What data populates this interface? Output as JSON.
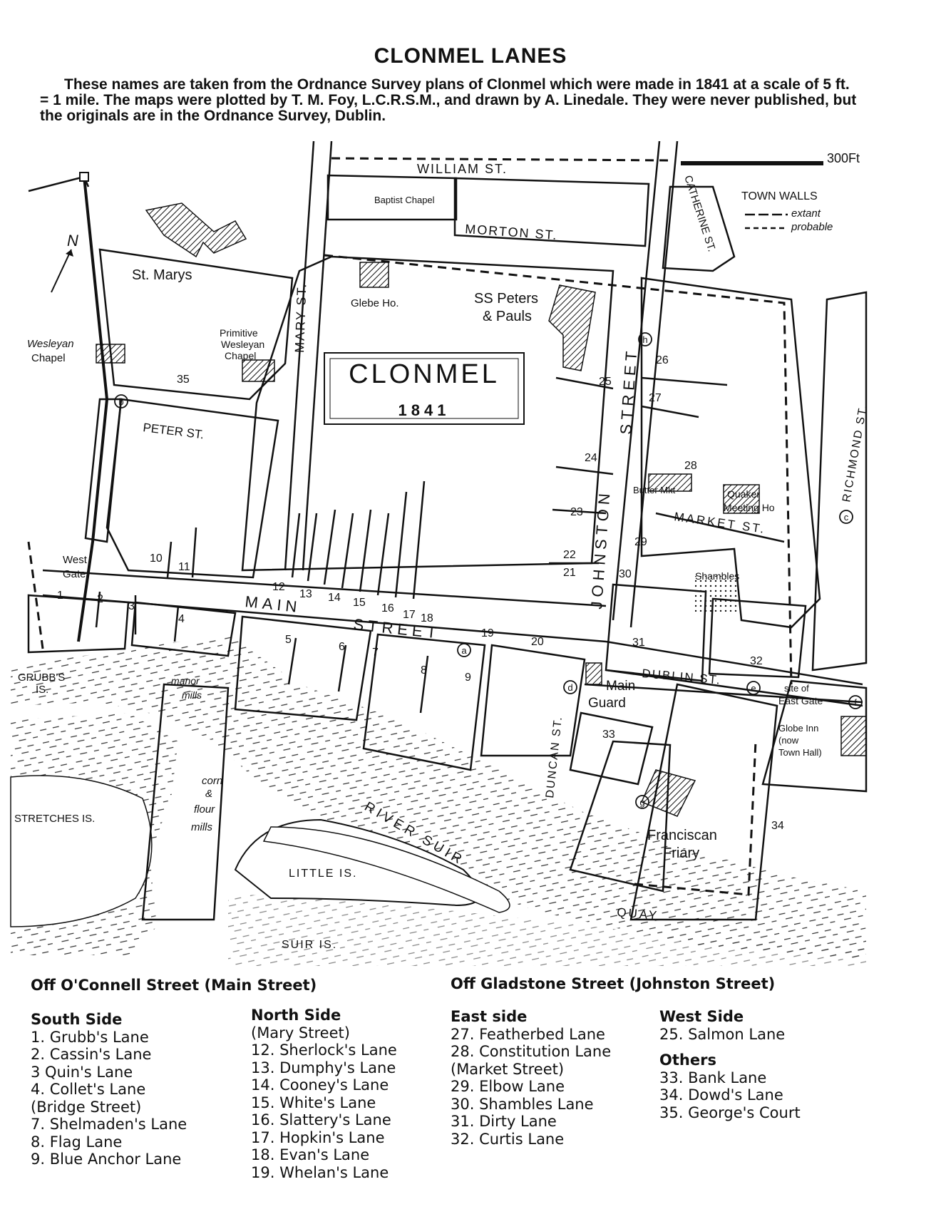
{
  "title": "CLONMEL LANES",
  "intro": "These names are taken from the Ordnance Survey plans of Clonmel which were made in 1841 at a scale of 5 ft. = 1 mile. The maps were plotted by T. M. Foy, L.C.R.S.M., and drawn by A. Linedale. They were never published, but the originals are in the Ordnance Survey, Dublin.",
  "map": {
    "title": "CLONMEL",
    "year": "1841",
    "scale": "300Ft",
    "north": "N",
    "legend": {
      "title": "TOWN WALLS",
      "extant": "extant",
      "probable": "probable"
    },
    "streets": {
      "william": "WILLIAM ST.",
      "morton": "MORTON ST.",
      "catherine": "CATHERINE ST.",
      "mary": "MARY ST.",
      "peter": "PETER ST.",
      "main": "MAIN",
      "street": "STREET",
      "johnston": "JOHNSTON",
      "johnston2": "STREET",
      "market": "MARKET ST.",
      "dublin": "DUBLIN ST.",
      "duncan": "DUNCAN ST.",
      "richmond": "RICHMOND ST.",
      "quay": "QUAY",
      "river": "RIVER SUIR"
    },
    "places": {
      "baptist": "Baptist Chapel",
      "stmarys": "St. Marys",
      "glebe": "Glebe Ho.",
      "sspeters1": "SS Peters",
      "sspeters2": "& Pauls",
      "wesleyan1": "Wesleyan",
      "wesleyan2": "Chapel",
      "primitive1": "Primitive",
      "primitive2": "Wesleyan",
      "primitive3": "Chapel",
      "westgate1": "West",
      "westgate2": "Gate",
      "butter": "Butter Mkt",
      "quaker1": "Quaker",
      "quaker2": "Meeting Ho",
      "shambles": "Shambles",
      "mainguard1": "Main",
      "mainguard2": "Guard",
      "eastgate1": "site of",
      "eastgate2": "East Gate",
      "globe1": "Globe Inn",
      "globe2": "(now",
      "globe3": "Town Hall)",
      "friary1": "Franciscan",
      "friary2": "Friary",
      "manor1": "manor",
      "manor2": "mills",
      "corn1": "corn",
      "corn2": "&",
      "corn3": "flour",
      "corn4": "mills",
      "grubbs1": "GRUBB'S",
      "grubbs2": "IS.",
      "stretches": "STRETCHES IS.",
      "little": "LITTLE IS.",
      "suir": "SUIR IS."
    },
    "letters": [
      "a",
      "b",
      "c",
      "d",
      "e",
      "f",
      "g",
      "h"
    ]
  },
  "lists": {
    "main_heading": "Off O'Connell Street (Main Street)",
    "johnston_heading": "Off Gladstone Street (Johnston Street)",
    "south": {
      "heading": "South Side",
      "items": [
        "1. Grubb's Lane",
        "2. Cassin's Lane",
        "3 Quin's Lane",
        "4. Collet's Lane",
        "(Bridge Street)",
        "7. Shelmaden's Lane",
        "8. Flag Lane",
        "9. Blue Anchor Lane"
      ]
    },
    "north": {
      "heading": "North Side",
      "subheading": "(Mary Street)",
      "items": [
        "12. Sherlock's Lane",
        "13. Dumphy's Lane",
        "14. Cooney's Lane",
        "15. White's Lane",
        "16. Slattery's Lane",
        "17. Hopkin's Lane",
        "18. Evan's Lane",
        "19. Whelan's Lane"
      ]
    },
    "east": {
      "heading": "East side",
      "items": [
        "27. Featherbed Lane",
        "28. Constitution Lane",
        "(Market Street)",
        "29. Elbow Lane",
        "30. Shambles Lane",
        "31. Dirty Lane",
        "32. Curtis Lane"
      ]
    },
    "west": {
      "heading": "West Side",
      "items": [
        "25. Salmon Lane"
      ]
    },
    "others": {
      "heading": "Others",
      "items": [
        "33. Bank Lane",
        "34. Dowd's Lane",
        "35. George's Court"
      ]
    }
  }
}
